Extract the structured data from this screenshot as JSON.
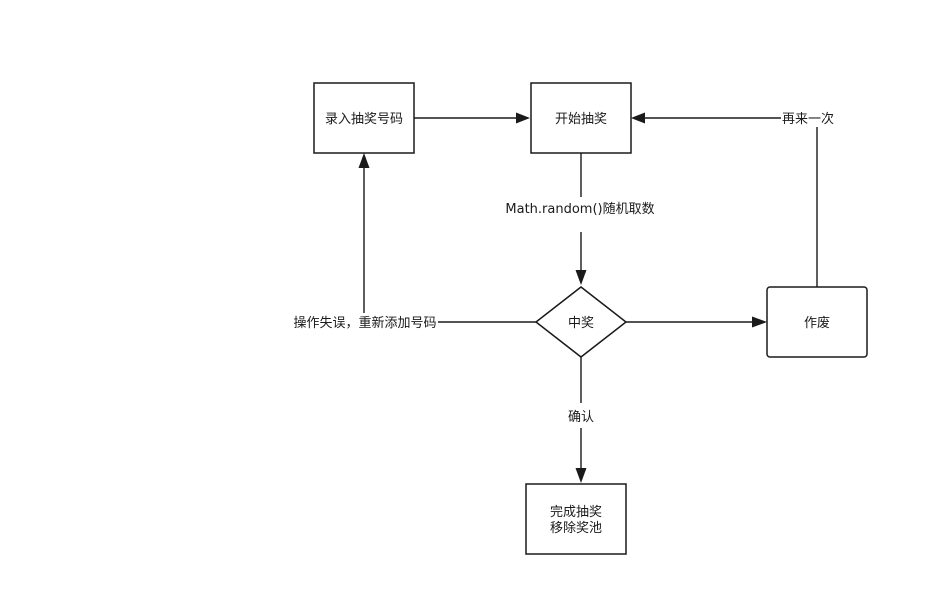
{
  "nodes": {
    "enter_numbers": "录入抽奖号码",
    "start_draw": "开始抽奖",
    "win": "中奖",
    "void": "作废",
    "finish_line1": "完成抽奖",
    "finish_line2": "移除奖池"
  },
  "edges": {
    "random": "Math.random()随机取数",
    "retry": "再来一次",
    "error": "操作失误，重新添加号码",
    "confirm": "确认"
  }
}
